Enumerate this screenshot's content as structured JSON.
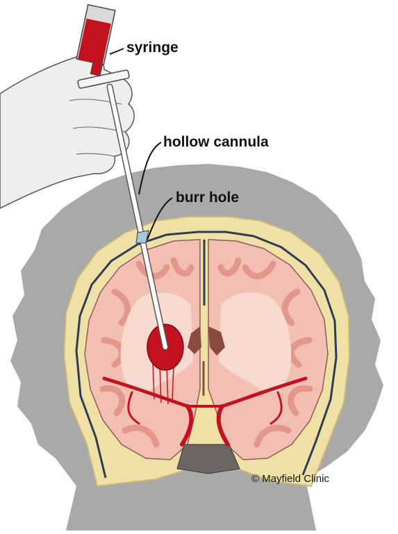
{
  "labels": {
    "syringe": "syringe",
    "hollow_cannula": "hollow cannula",
    "burr_hole": "burr hole"
  },
  "credit": "© Mayfield Clinic",
  "colors": {
    "head_silhouette": "#a9a9a9",
    "skull_bone": "#efe0a6",
    "brain_tissue": "#f2bfb2",
    "brain_gyri": "#e79c8c",
    "white_matter": "#f7d9cf",
    "blood": "#c3121d",
    "csf": "#a9c8d8",
    "hand": "#eeeeee",
    "cannula": "#ffffff"
  }
}
